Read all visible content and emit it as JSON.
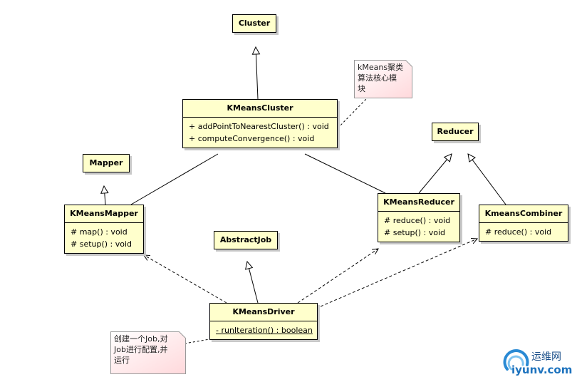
{
  "classes": {
    "cluster": {
      "name": "Cluster"
    },
    "kmeans_cluster": {
      "name": "KMeansCluster",
      "methods": [
        "+ addPointToNearestCluster() : void",
        "+ computeConvergence() : void"
      ]
    },
    "mapper": {
      "name": "Mapper"
    },
    "kmeans_mapper": {
      "name": "KMeansMapper",
      "methods": [
        "# map() : void",
        "# setup() : void"
      ]
    },
    "abstract_job": {
      "name": "AbstractJob"
    },
    "kmeans_driver": {
      "name": "KMeansDriver",
      "methods": [
        "- runIteration() : boolean"
      ]
    },
    "reducer": {
      "name": "Reducer"
    },
    "kmeans_reducer": {
      "name": "KMeansReducer",
      "methods": [
        "# reduce() : void",
        "# setup() : void"
      ]
    },
    "kmeans_combiner": {
      "name": "KmeansCombiner",
      "methods": [
        "# reduce() : void"
      ]
    }
  },
  "notes": {
    "cluster_note": [
      "kMeans聚类",
      "算法核心模",
      "块"
    ],
    "driver_note": [
      "创建一个Job,对",
      "Job进行配置,并",
      "运行"
    ]
  },
  "watermark": {
    "site": "运维网",
    "domain": "iyunv.com"
  },
  "colors": {
    "class_fill": "#ffffcc",
    "note_fill": "#ffd9dc",
    "shadow": "#c8c8c8"
  }
}
